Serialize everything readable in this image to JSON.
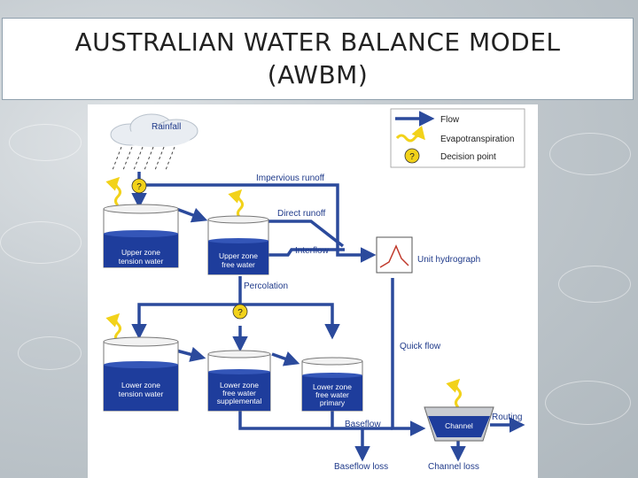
{
  "title": {
    "line1": "AUSTRALIAN WATER BALANCE MODEL",
    "line2": "(AWBM)"
  },
  "legend": {
    "flow": "Flow",
    "evapotranspiration": "Evapotranspiration",
    "decision_point": "Decision point",
    "decision_symbol": "?"
  },
  "rainfall": "Rainfall",
  "tanks": {
    "upper_tension": {
      "line1": "Upper zone",
      "line2": "tension water"
    },
    "upper_free": {
      "line1": "Upper zone",
      "line2": "free water"
    },
    "lower_tension": {
      "line1": "Lower zone",
      "line2": "tension water"
    },
    "lower_supplemental": {
      "line1": "Lower zone",
      "line2": "free water",
      "line3": "supplemental"
    },
    "lower_primary": {
      "line1": "Lower zone",
      "line2": "free water",
      "line3": "primary"
    }
  },
  "flows": {
    "impervious_runoff": "Impervious runoff",
    "direct_runoff": "Direct runoff",
    "interflow": "Interflow",
    "percolation": "Percolation",
    "quick_flow": "Quick flow",
    "baseflow": "Baseflow",
    "baseflow_loss": "Baseflow loss",
    "channel_loss": "Channel loss",
    "routing": "Routing"
  },
  "unit_hydrograph": "Unit hydrograph",
  "channel": "Channel",
  "colors": {
    "flow": "#2b4a9c",
    "evapotranspiration": "#f2d21a",
    "water": "#1e3d9c",
    "label": "#1f3a8a"
  }
}
